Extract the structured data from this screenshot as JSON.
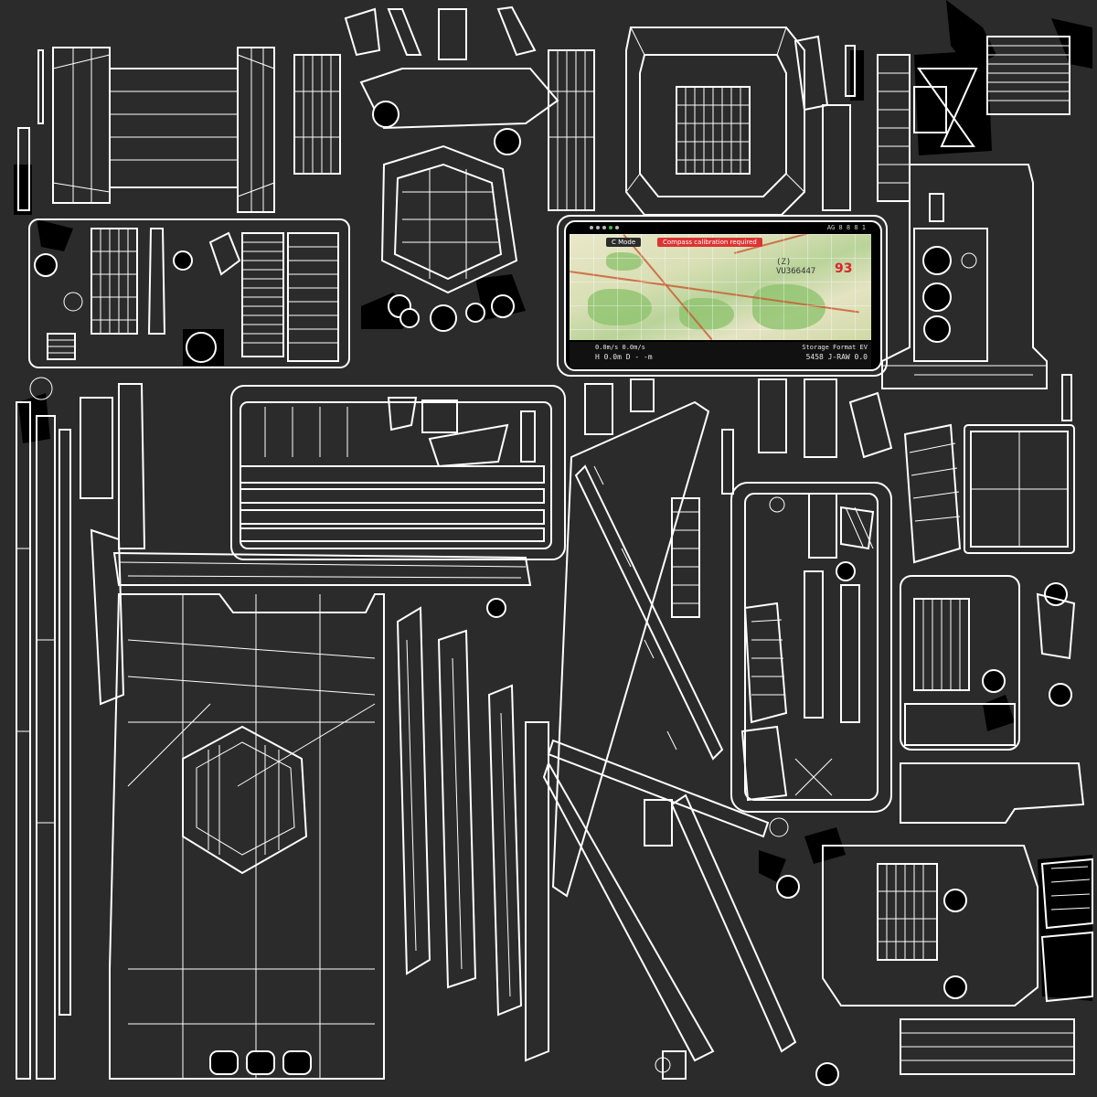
{
  "screen": {
    "status_right": "AG 8 8 8 1",
    "mode_label": "C Mode",
    "warning_label": "Compass calibration required",
    "grid_ref_line1": "(Z)",
    "grid_ref_line2": "VU366447",
    "heading_value": "93",
    "hud_speed_line": "0.0m/s    0.0m/s",
    "hud_alt_line": "H  0.0m   D  - -m",
    "hud_right_top": "Storage  Format   EV",
    "hud_right_bottom": "5458  J-RAW  0.0"
  }
}
